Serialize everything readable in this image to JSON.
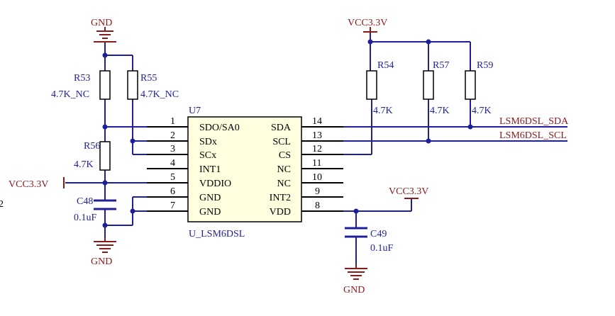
{
  "colors": {
    "wire": "#1f1f9a",
    "power": "#8b1a1a",
    "component": "#000000",
    "pin_line": "#000000",
    "junction": "#1f1f9a"
  },
  "ic": {
    "designator": "U7",
    "part_name": "U_LSM6DSL",
    "left_pins": [
      {
        "num": "1",
        "name": "SDO/SA0"
      },
      {
        "num": "2",
        "name": "SDx"
      },
      {
        "num": "3",
        "name": "SCx"
      },
      {
        "num": "4",
        "name": "INT1"
      },
      {
        "num": "5",
        "name": "VDDIO"
      },
      {
        "num": "6",
        "name": "GND"
      },
      {
        "num": "7",
        "name": "GND"
      }
    ],
    "right_pins": [
      {
        "num": "14",
        "name": "SDA"
      },
      {
        "num": "13",
        "name": "SCL"
      },
      {
        "num": "12",
        "name": "CS"
      },
      {
        "num": "11",
        "name": "NC"
      },
      {
        "num": "10",
        "name": "NC"
      },
      {
        "num": "9",
        "name": "INT2"
      },
      {
        "num": "8",
        "name": "VDD"
      }
    ]
  },
  "resistors": {
    "r53": {
      "ref": "R53",
      "value": "4.7K_NC"
    },
    "r55": {
      "ref": "R55",
      "value": "4.7K_NC"
    },
    "r56": {
      "ref": "R56",
      "value": "4.7K"
    },
    "r54": {
      "ref": "R54",
      "value": "4.7K"
    },
    "r57": {
      "ref": "R57",
      "value": "4.7K"
    },
    "r59": {
      "ref": "R59",
      "value": "4.7K"
    }
  },
  "capacitors": {
    "c48": {
      "ref": "C48",
      "value": "0.1uF"
    },
    "c49": {
      "ref": "C49",
      "value": "0.1uF"
    }
  },
  "power": {
    "gnd_top": "GND",
    "gnd_left_bottom": "GND",
    "gnd_right_bottom": "GND",
    "vcc_left": "VCC3.3V",
    "vcc_top_right": "VCC3.3V",
    "vcc_vdd": "VCC3.3V"
  },
  "nets": {
    "sda": "LSM6DSL_SDA",
    "scl": "LSM6DSL_SCL"
  },
  "edge_mark": "2"
}
